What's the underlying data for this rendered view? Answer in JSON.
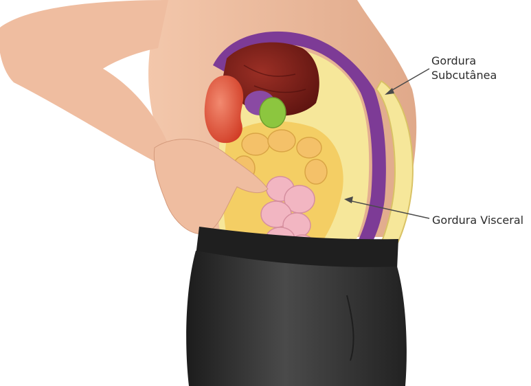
{
  "labels": {
    "subcutaneous_line1": "Gordura",
    "subcutaneous_line2": "Subcutânea",
    "visceral": "Gordura Visceral"
  },
  "icons": {
    "figure": "abdomen-cross-section-illustration",
    "arrows": "callout-arrow"
  },
  "colors": {
    "background": "#ffffff",
    "skin": "#eab79a",
    "subcutaneous_fat": "#f6e79a",
    "visceral_fat": "#f3c95a",
    "membrane": "#7d3b96",
    "liver": "#7a1e1a",
    "kidney": "#e4543c",
    "gallbladder": "#8cc63f",
    "intestine": "#f2b6c2",
    "trousers": "#2a2a2a",
    "text": "#2b2b2b"
  }
}
